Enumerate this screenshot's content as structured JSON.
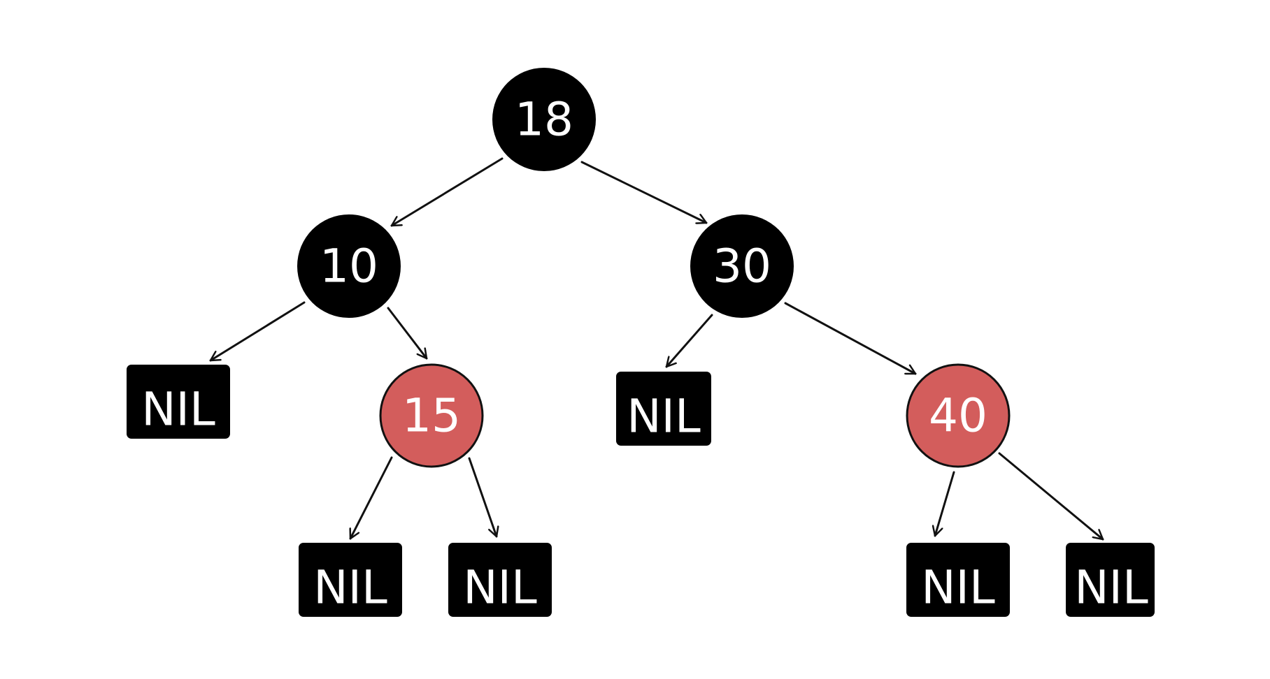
{
  "colors": {
    "black_node": "#000000",
    "red_node": "#d35d5c",
    "nil_leaf": "#000000",
    "label_text": "#ffffff",
    "edge": "#111111"
  },
  "nodes": {
    "n18": {
      "label": "18",
      "color": "black"
    },
    "n10": {
      "label": "10",
      "color": "black"
    },
    "n30": {
      "label": "30",
      "color": "black"
    },
    "n15": {
      "label": "15",
      "color": "red"
    },
    "n40": {
      "label": "40",
      "color": "red"
    }
  },
  "nil_leaves": {
    "nil_10_left": {
      "label": "NIL"
    },
    "nil_15_left": {
      "label": "NIL"
    },
    "nil_15_right": {
      "label": "NIL"
    },
    "nil_30_left": {
      "label": "NIL"
    },
    "nil_40_left": {
      "label": "NIL"
    },
    "nil_40_right": {
      "label": "NIL"
    }
  },
  "edges": [
    {
      "from": "n18",
      "to": "n10"
    },
    {
      "from": "n18",
      "to": "n30"
    },
    {
      "from": "n10",
      "to": "nil_10_left"
    },
    {
      "from": "n10",
      "to": "n15"
    },
    {
      "from": "n15",
      "to": "nil_15_left"
    },
    {
      "from": "n15",
      "to": "nil_15_right"
    },
    {
      "from": "n30",
      "to": "nil_30_left"
    },
    {
      "from": "n30",
      "to": "n40"
    },
    {
      "from": "n40",
      "to": "nil_40_left"
    },
    {
      "from": "n40",
      "to": "nil_40_right"
    }
  ]
}
